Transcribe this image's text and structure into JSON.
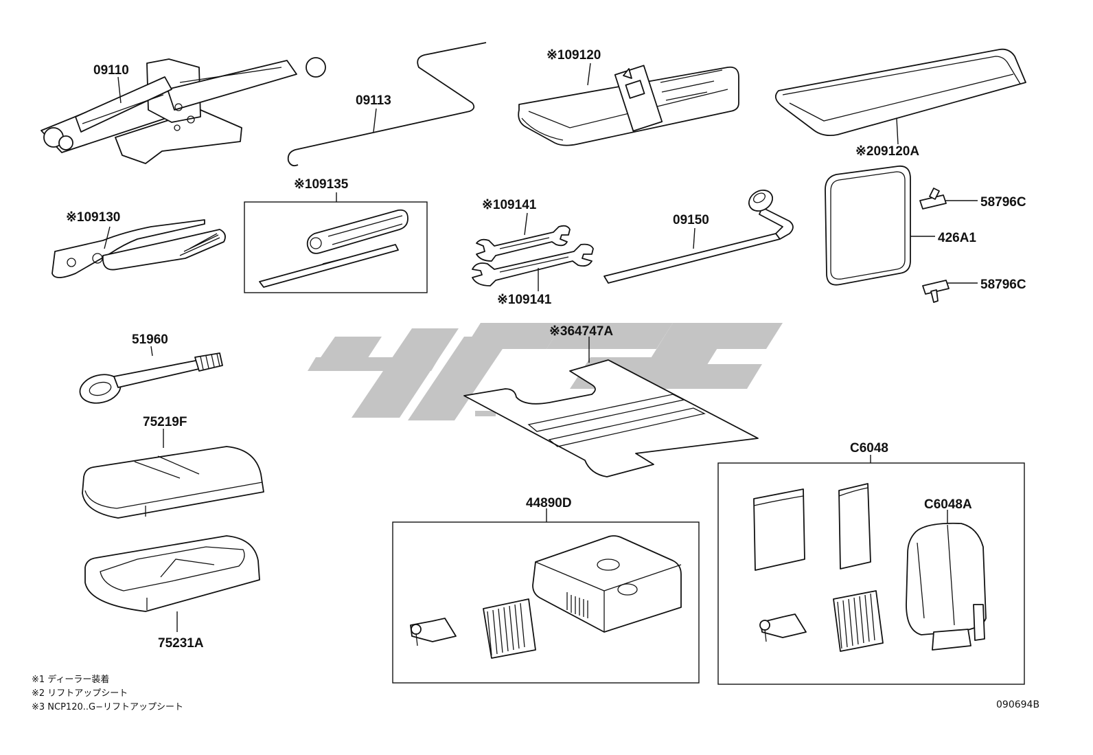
{
  "labels": {
    "p09110": "09110",
    "p09113": "09113",
    "p09120": "※109120",
    "p09120A": "※209120A",
    "p09135": "※109135",
    "p09130": "※109130",
    "p09141a": "※109141",
    "p09141b": "※109141",
    "p09150": "09150",
    "p58796Ca": "58796C",
    "p426A1": "426A1",
    "p58796Cb": "58796C",
    "p51960": "51960",
    "p64747A": "※364747A",
    "p75219F": "75219F",
    "p75231A": "75231A",
    "p44890D": "44890D",
    "pC6048": "C6048",
    "pC6048A": "C6048A"
  },
  "notes": [
    "※1 ディーラー装着",
    "※2 リフトアップシート",
    "※3 NCP120..G−リフトアップシート"
  ],
  "diagram_code": "090694B",
  "colors": {
    "line": "#111111",
    "watermark": "#c4c4c4"
  }
}
